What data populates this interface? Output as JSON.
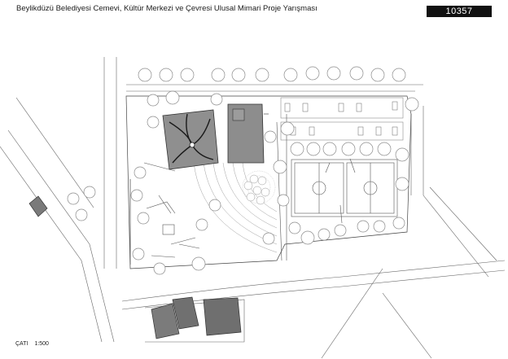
{
  "header": {
    "title": "Beylikdüzü Belediyesi Cemevi, Kültür Merkezi ve Çevresi Ulusal Mimari Proje Yarışması",
    "code": "10357"
  },
  "footer": {
    "drawing_name": "ÇATI",
    "scale": "1:500"
  },
  "colors": {
    "line": "#555555",
    "building_fill": "#8a8a8a",
    "building_dark": "#6f6f6f",
    "tree_fill": "#ffffff",
    "tree_stroke": "#8c8c8c",
    "code_box_bg": "#111111"
  }
}
